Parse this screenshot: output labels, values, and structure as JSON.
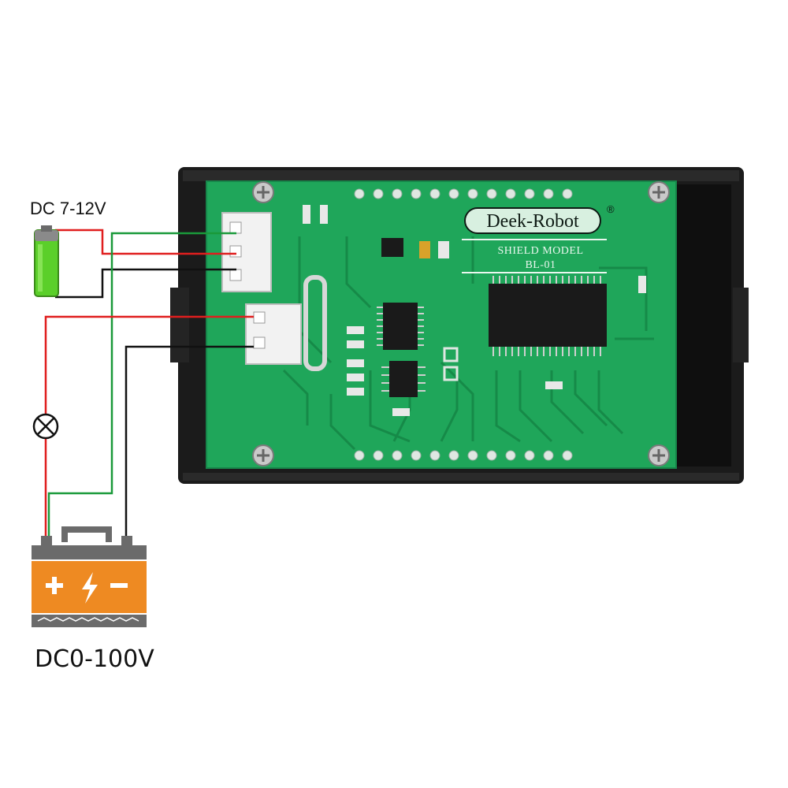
{
  "labels": {
    "control_supply": "DC 7-12V",
    "measured_source": "DC0-100V"
  },
  "board": {
    "brand": "Deek-Robot",
    "registered_mark": "®",
    "model_line1": "SHIELD MODEL",
    "model_line2": "BL-01"
  },
  "icons": {
    "small_battery": "battery-icon",
    "lamp": "lamp-icon",
    "car_battery": "car-battery-icon",
    "plus_sign": "+",
    "minus_sign": "−",
    "bolt": "lightning-bolt"
  },
  "colors": {
    "wire_red": "#e01e1e",
    "wire_green": "#1a9a3a",
    "wire_black": "#111111",
    "pcb_green": "#1fa65a",
    "case_black": "#1b1b1b",
    "battery_orange": "#ee8a22",
    "battery_grey": "#6b6b6b",
    "battery_green": "#5bcf2a"
  }
}
